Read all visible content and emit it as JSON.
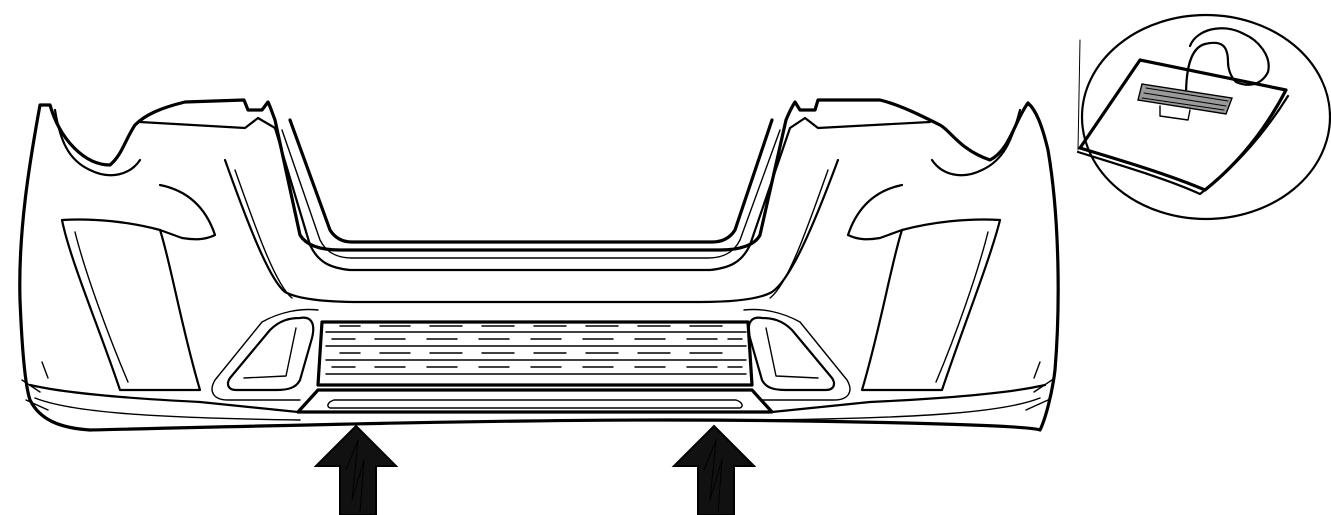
{
  "figure": {
    "subject": "front-bumper-cover-installation",
    "main_view": "bumper-front-view",
    "detail_view": "tape-tab-detail",
    "indicators": [
      "upward-arrow-left",
      "upward-arrow-right"
    ],
    "colors": {
      "line": "#000000",
      "background": "#ffffff",
      "tape": "#9a9a9a"
    }
  }
}
